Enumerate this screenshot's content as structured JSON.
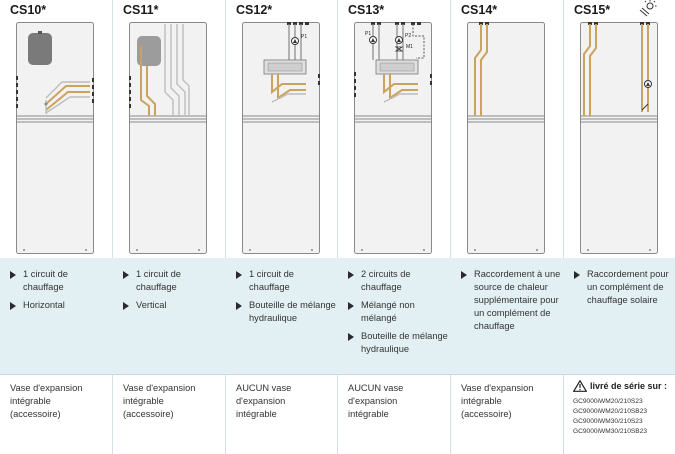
{
  "columns": [
    {
      "code": "CS10*",
      "features": [
        "1 circuit de chauffage",
        "Horizontal"
      ],
      "footer": "Vase d'expansion\nintégrable\n(accessoire)"
    },
    {
      "code": "CS11*",
      "features": [
        "1 circuit de chauffage",
        "Vertical"
      ],
      "footer": "Vase d'expansion\nintégrable\n(accessoire)"
    },
    {
      "code": "CS12*",
      "features": [
        "1 circuit de chauffage",
        "Bouteille de mélange hydraulique"
      ],
      "footer": "AUCUN vase\nd'expansion\nintégrable"
    },
    {
      "code": "CS13*",
      "features": [
        "2 circuits de chauffage",
        "Mélangé non mélangé",
        "Bouteille de mélange hydraulique"
      ],
      "footer": "AUCUN vase\nd'expansion\nintégrable"
    },
    {
      "code": "CS14*",
      "features": [
        "Raccordement à une source de chaleur supplémentaire pour un complément de chauffage"
      ],
      "footer": "Vase d'expansion\nintégrable\n(accessoire)"
    },
    {
      "code": "CS15*",
      "features": [
        "Raccordement pour un complément de chauffage solaire"
      ],
      "footer": ""
    }
  ],
  "cs15_footer": {
    "heading": "livré de série sur :",
    "models": [
      "GC9000iWM20/210S23",
      "GC9000iWM20/210SB23",
      "GC9000iWM30/210S23",
      "GC9000iWM30/210SB23"
    ]
  },
  "diagram_labels": {
    "p1": "P1",
    "p2": "P2",
    "m1": "M1",
    "sun_icon": "sun-icon"
  }
}
